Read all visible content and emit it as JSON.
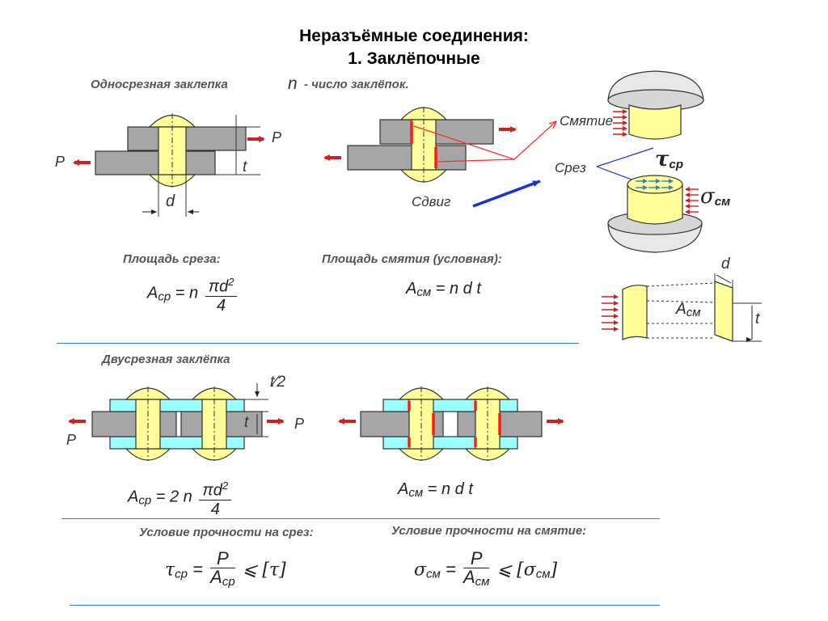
{
  "title": {
    "line1": "Неразъёмные соединения:",
    "line2": "1.  Заклёпочные"
  },
  "single_shear": {
    "label": "Односрезная заклепка",
    "n_symbol": "n",
    "n_desc": "- число заклёпок.",
    "force_symbol": "P",
    "thickness_symbol": "t",
    "diameter_symbol": "d"
  },
  "shear_callout": {
    "bearing": "Смятие",
    "cut": "Срез",
    "shift": "Сдвиг",
    "tau_sub": "ср",
    "sigma_sub": "см"
  },
  "area_labels": {
    "shear_area": "Площадь среза:",
    "bearing_area": "Площадь смятия (условная):"
  },
  "formulas": {
    "a_cp_single": {
      "lhs": "A",
      "lhs_sub": "cp",
      "eq": "=",
      "coef": "n",
      "num": "πd",
      "num_sup": "2",
      "den": "4"
    },
    "a_cm_single": {
      "lhs": "A",
      "lhs_sub": "см",
      "eq": "=",
      "rhs": "n d t"
    },
    "a_cp_double": {
      "lhs": "A",
      "lhs_sub": "cp",
      "eq": "=",
      "coef": "2 n",
      "num": "πd",
      "num_sup": "2",
      "den": "4"
    },
    "a_cm_double": {
      "lhs": "A",
      "lhs_sub": "см",
      "eq": "=",
      "rhs": "n d t"
    }
  },
  "bearing_detail": {
    "d_symbol": "d",
    "area_label": "A",
    "area_sub": "см",
    "t_symbol": "t"
  },
  "double_shear": {
    "label": "Двусрезная заклёпка",
    "half_t": "t⁄2",
    "thickness_symbol": "t",
    "force_symbol": "P"
  },
  "conditions": {
    "shear_title": "Условие прочности на срез:",
    "bearing_title": "Условие прочности на смятие:",
    "shear_lhs": "τ",
    "shear_lhs_sub": "ср",
    "shear_num": "P",
    "shear_den": "A",
    "shear_den_sub": "ср",
    "shear_rhs": "[τ]",
    "bearing_lhs": "σ",
    "bearing_lhs_sub": "см",
    "bearing_num": "P",
    "bearing_den": "A",
    "bearing_den_sub": "см",
    "bearing_rhs": "[σ",
    "bearing_rhs_sub": "см",
    "bearing_rhs_close": "]",
    "eq": "=",
    "leq": "⩽"
  },
  "colors": {
    "plate": "#a6a6a6",
    "rivet": "#ffff99",
    "cover_plate": "#99ffff",
    "force_arrow": "#cc2222",
    "callout_line": "#ff2a2a",
    "shear_arrow": "#1c2fd4",
    "divider": "#3a78c9"
  }
}
